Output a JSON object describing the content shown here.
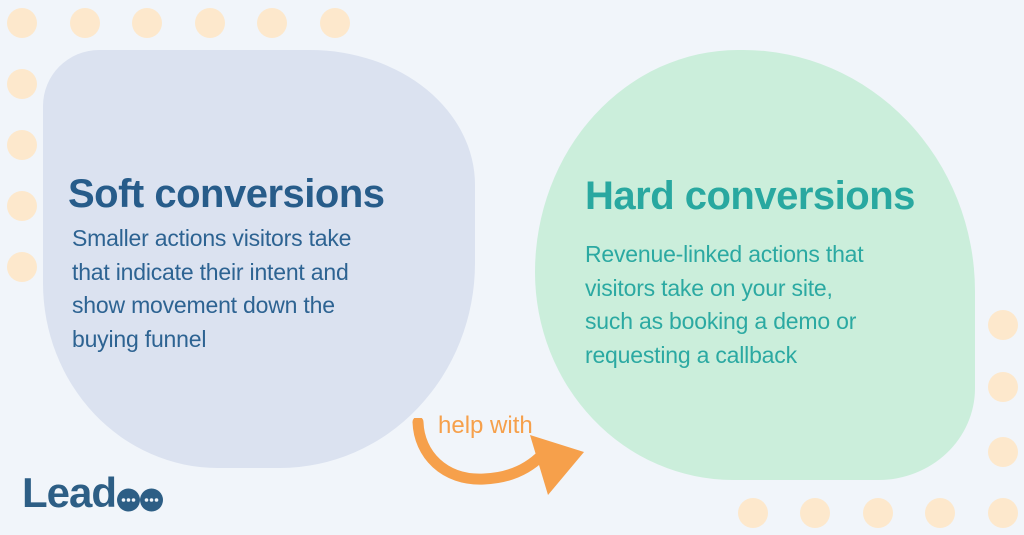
{
  "background_color": "#f1f5fa",
  "decor": {
    "dot_icon": "circle-dot",
    "dot_color": "#fde8cc"
  },
  "cards": [
    {
      "id": "soft-conversions",
      "title": "Soft conversions",
      "description_lines": [
        "Smaller actions visitors take",
        "that indicate their intent and",
        "show movement down the",
        "buying funnel"
      ],
      "bg_color": "#dbe2f0",
      "title_color": "#275c8a",
      "text_color": "#2d6392"
    },
    {
      "id": "hard-conversions",
      "title": "Hard conversions",
      "description_lines": [
        "Revenue-linked actions that",
        "visitors take on your site,",
        "such as booking a demo or",
        "requesting a callback"
      ],
      "bg_color": "#cbeedb",
      "title_color": "#29a8a0",
      "text_color": "#2ba9a2"
    }
  ],
  "connector": {
    "label": "help with",
    "arrow_icon": "curved-arrow-right",
    "color": "#f6a04b"
  },
  "logo": {
    "wordmark": "Lead",
    "suffix_icon": "infinity-chat-bubbles",
    "color": "#2d5e85"
  }
}
